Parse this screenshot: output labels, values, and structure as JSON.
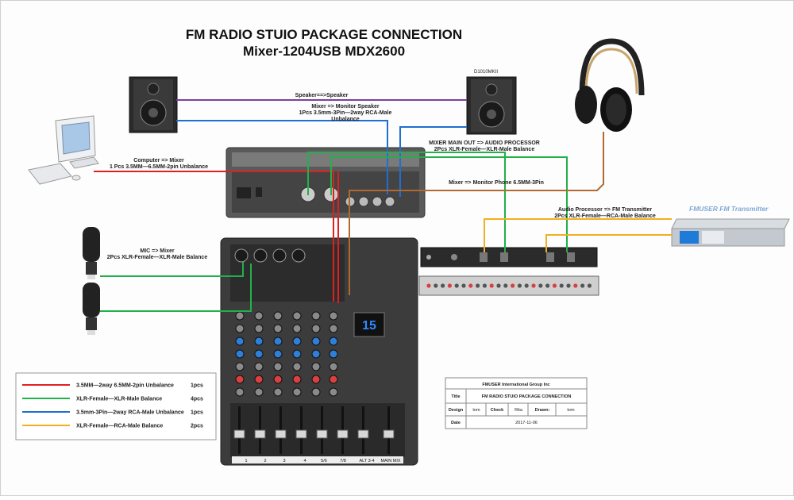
{
  "title": {
    "line1": "FM RADIO STUIO PACKAGE CONNECTION",
    "line2": "Mixer-1204USB  MDX2600"
  },
  "devices": {
    "speaker_model": "D1010MKII",
    "transmitter_brand": "FMUSER FM Transmitter",
    "mixer_channels": [
      "1",
      "2",
      "3",
      "4",
      "5/6",
      "7/8",
      "ALT 3-4",
      "MAIN MIX"
    ],
    "mixer_display": "15"
  },
  "connections": {
    "speaker_to_speaker": "Speaker==>Speaker",
    "monitor_speaker_l1": "Mixer => Monitor Speaker",
    "monitor_speaker_l2": "1Pcs 3.5mm-3Pin—2way RCA-Male",
    "monitor_speaker_l3": "Unbalance",
    "computer_l1": "Computer => Mixer",
    "computer_l2": "1 Pcs 3.5MM—6.5MM-2pin  Unbalance",
    "main_out_l1": "MIXER MAIN OUT => AUDIO PROCESSOR",
    "main_out_l2": "2Pcs XLR-Female—XLR-Male  Balance",
    "monitor_phone": "Mixer => Monitor Phone 6.5MM-3Pin",
    "processor_l1": "Audio Processor => FM Transmitter",
    "processor_l2": "2Pcs XLR-Female—RCA-Male  Balance",
    "mic_l1": "MIC => Mixer",
    "mic_l2": "2Pcs XLR-Female—XLR-Male Balance"
  },
  "legend": [
    {
      "label": "3.5MM—2way 6.5MM-2pin Unbalance",
      "qty": "1pcs",
      "color": "#e02020"
    },
    {
      "label": "XLR-Female—XLR-Male Balance",
      "qty": "4pcs",
      "color": "#22b04a"
    },
    {
      "label": "3.5mm-3Pin—2way RCA-Male  Unbalance",
      "qty": "1pcs",
      "color": "#1f6fd0"
    },
    {
      "label": "XLR-Female—RCA-Male  Balance",
      "qty": "2pcs",
      "color": "#f0b020"
    }
  ],
  "title_block": {
    "company": "FMUSER International Group Inc",
    "title_label": "Title",
    "title_value": "FM RADIO STUIO PACKAGE CONNECTION",
    "design_label": "Design",
    "design_value": "tom",
    "check_label": "Check",
    "check_value": "Rita",
    "drawn_label": "Drawn:",
    "drawn_value": "tom",
    "date_label": "Date",
    "date_value": "2017-11-06"
  },
  "colors": {
    "red": "#e02020",
    "green": "#22b04a",
    "blue": "#1f6fd0",
    "yellow": "#f0b020",
    "purple": "#7a3fa0",
    "brown": "#b06a30"
  }
}
